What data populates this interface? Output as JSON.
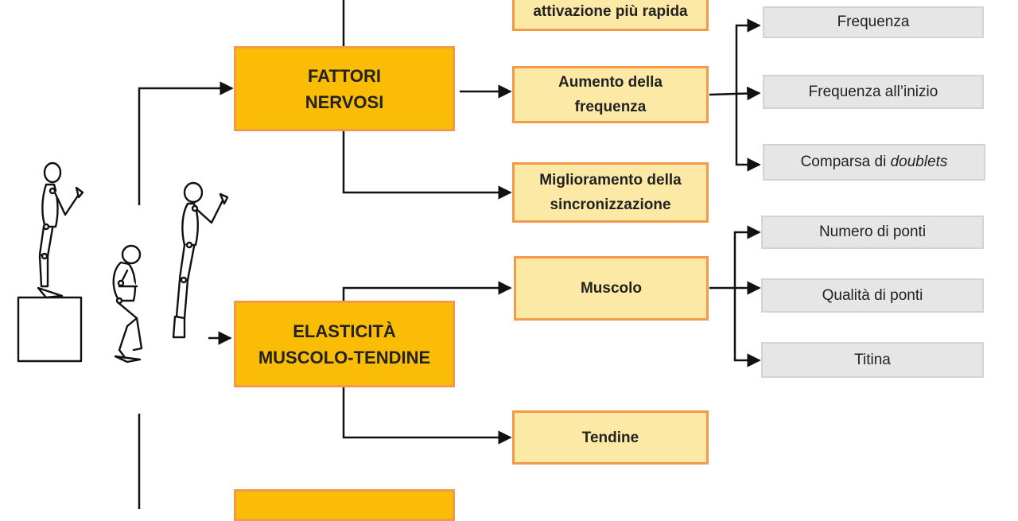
{
  "main_boxes": {
    "fattori_nervosi": [
      "FATTORI",
      "NERVOSI"
    ],
    "elasticita": [
      "ELASTICITÀ",
      "MUSCOLO-TENDINE"
    ]
  },
  "sub_boxes": {
    "attivazione": "attivazione più rapida",
    "aumento_frequenza": [
      "Aumento della",
      "frequenza"
    ],
    "sincronizzazione": [
      "Miglioramento della",
      "sincronizzazione"
    ],
    "muscolo": "Muscolo",
    "tendine": "Tendine"
  },
  "leaf_boxes": {
    "frequenza": "Frequenza",
    "frequenza_inizio": "Frequenza all’inizio",
    "comparsa_prefix": "Comparsa di ",
    "comparsa_italic": "doublets",
    "numero_ponti": "Numero di ponti",
    "qualita_ponti": "Qualità di ponti",
    "titina": "Titina"
  },
  "colors": {
    "main_fill": "#fbbc05",
    "sub_fill": "#fde9a6",
    "border_orange": "#f2994a",
    "leaf_fill": "#e6e6e6",
    "connector": "#111111"
  },
  "illustration": "jumping-figures-icon"
}
